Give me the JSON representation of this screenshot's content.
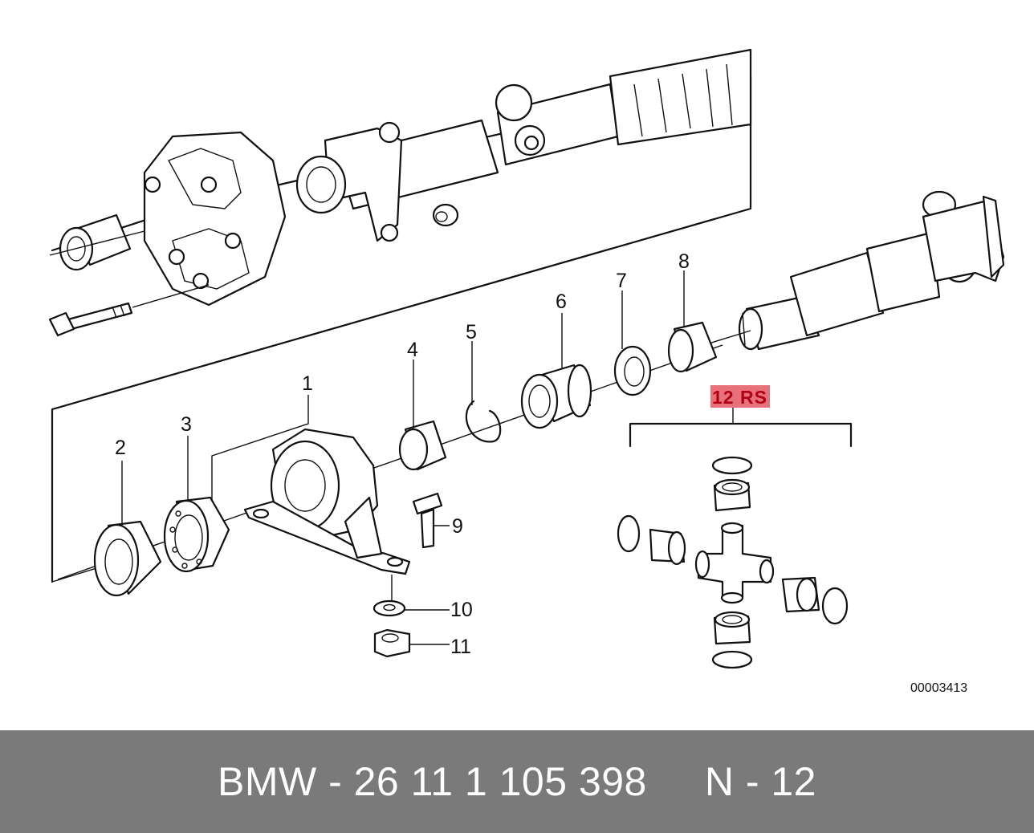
{
  "diagram": {
    "callouts": [
      "1",
      "2",
      "3",
      "4",
      "5",
      "6",
      "7",
      "8",
      "9",
      "10",
      "11"
    ],
    "highlighted_callout": "12  RS",
    "diagram_number": "00003413",
    "highlight_color": "#e8707a"
  },
  "footer": {
    "text": "BMW - 26 11 1 105 398     N - 12",
    "background": "#7a7a7a"
  }
}
